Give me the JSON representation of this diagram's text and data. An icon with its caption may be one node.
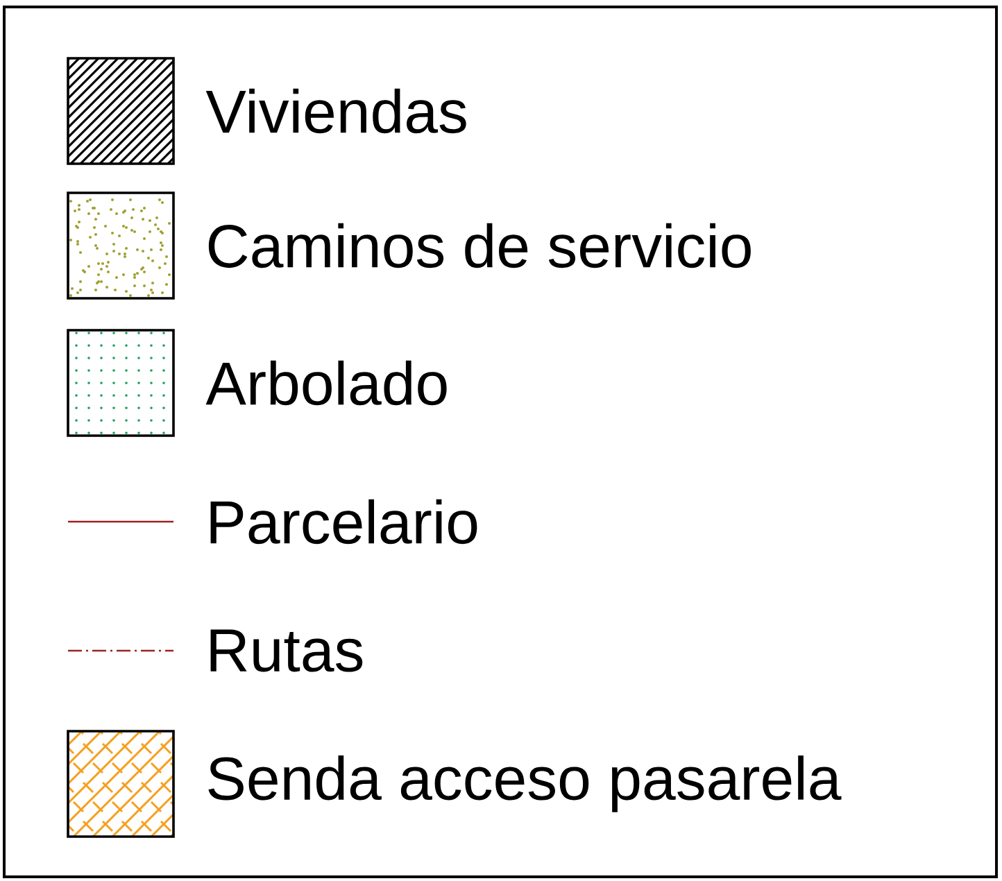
{
  "diagram": {
    "legend": [
      {
        "text": "Viviendas"
      },
      {
        "text": "Caminos de servicio"
      },
      {
        "text": "Arbolado"
      },
      {
        "text": "Parcelario"
      },
      {
        "text": "Rutas"
      },
      {
        "text": "Senda acceso pasarela"
      }
    ]
  }
}
